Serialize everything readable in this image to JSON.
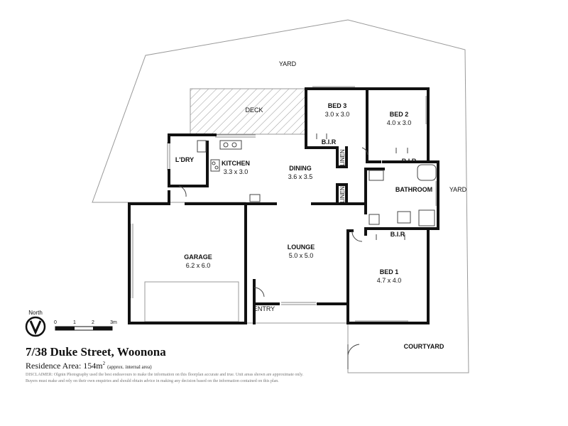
{
  "rooms": {
    "yard_top": "YARD",
    "yard_right": "YARD",
    "deck": "DECK",
    "bed3": {
      "name": "BED 3",
      "size": "3.0 x 3.0"
    },
    "bed2": {
      "name": "BED 2",
      "size": "4.0 x 3.0"
    },
    "bir1": "B.I.R",
    "bir2": "B.I.R",
    "bir3": "B.I.R",
    "laundry": "L'DRY",
    "kitchen": {
      "name": "KITCHEN",
      "size": "3.3 x 3.0"
    },
    "dining": {
      "name": "DINING",
      "size": "3.6 x 3.5"
    },
    "linen1": "LINEN",
    "linen2": "LINEN",
    "bathroom": "BATHROOM",
    "garage": {
      "name": "GARAGE",
      "size": "6.2 x 6.0"
    },
    "lounge": {
      "name": "LOUNGE",
      "size": "5.0 x 5.0"
    },
    "bed1": {
      "name": "BED 1",
      "size": "4.7 x 4.0"
    },
    "entry": "ENTRY",
    "courtyard": "COURTYARD"
  },
  "compass": {
    "label": "North",
    "letter": "V"
  },
  "scale": {
    "ticks": [
      "0",
      "1",
      "2",
      "3m"
    ]
  },
  "footer": {
    "address": "7/38 Duke Street, Woonona",
    "area_label": "Residence Area: 154m",
    "area_sup": "2",
    "area_note": "(approx. internal area)",
    "disclaimer": "DISCLAIMER: Olgnin Photography used the best endeavours to make the information on this floorplan accurate and true. Unit areas shown are approximate only. Buyers must make and rely on their own enquiries and should obtain advice in making any decision based on the information contained on this plan."
  }
}
